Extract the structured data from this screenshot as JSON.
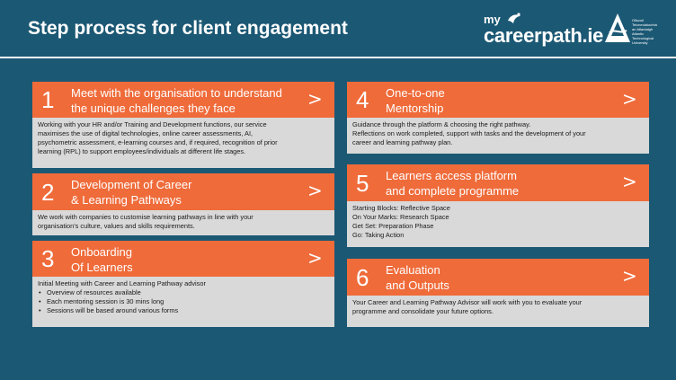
{
  "header": {
    "title": "Step process for client engagement",
    "brand_prefix": "my",
    "brand_name": "careerpath.ie",
    "partner_lines": [
      "Ollscoil",
      "Teicneolaíochta",
      "an Atlantaigh",
      "Atlantic",
      "Technological",
      "University"
    ]
  },
  "colors": {
    "background": "#1b5874",
    "accent": "#ef6b3a",
    "panel": "#d9d9d9",
    "text_light": "#ffffff"
  },
  "icons": {
    "arrow": "›",
    "brand": "bird-icon",
    "partner": "atu-logo"
  },
  "steps": [
    {
      "number": "1",
      "title_lines": [
        "Meet with the organisation to understand",
        "the unique challenges they face"
      ],
      "arrow": ">",
      "body_lines": [
        "Working with your HR and/or Training and Development functions, our service",
        "maximises the use of digital technologies, online career assessments, AI,",
        "psychometric assessment, e-learning courses and, if required, recognition of prior",
        "learning (RPL) to support employees/individuals at different life stages."
      ]
    },
    {
      "number": "2",
      "title_lines": [
        "Development of Career",
        "& Learning Pathways"
      ],
      "arrow": ">",
      "body_lines": [
        "We work with companies to customise learning pathways in line with your",
        "organisation's culture, values and skills requirements."
      ]
    },
    {
      "number": "3",
      "title_lines": [
        "Onboarding",
        "Of Learners"
      ],
      "arrow": ">",
      "body_intro": "Initial Meeting with Career and Learning Pathway advisor",
      "bullets": [
        "Overview of resources available",
        "Each mentoring session is 30 mins long",
        "Sessions will be based around various forms"
      ]
    },
    {
      "number": "4",
      "title_lines": [
        "One-to-one",
        "Mentorship"
      ],
      "arrow": ">",
      "body_lines": [
        "Guidance through the platform & choosing the right pathway.",
        "Reflections on work completed, support with tasks and the development of your",
        "career and learning pathway plan."
      ]
    },
    {
      "number": "5",
      "title_lines": [
        "Learners access platform",
        "and complete programme"
      ],
      "arrow": ">",
      "body_lines": [
        "Starting Blocks: Reflective Space",
        "On Your Marks: Research Space",
        "Get Set: Preparation Phase",
        "Go: Taking Action"
      ]
    },
    {
      "number": "6",
      "title_lines": [
        "Evaluation",
        "and Outputs"
      ],
      "arrow": ">",
      "body_lines": [
        "Your Career and Learning Pathway Advisor will work with you to evaluate your",
        "programme and consolidate your future options."
      ]
    }
  ]
}
